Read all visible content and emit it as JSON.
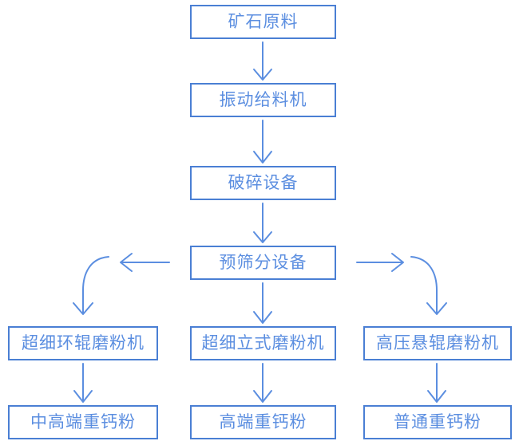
{
  "diagram": {
    "type": "flowchart",
    "title": "",
    "orientation": "top-down",
    "theme": {
      "border_color": "#4a7fd4",
      "text_color": "#5b8ee0",
      "arrow_color": "#5b8ee0",
      "background": "#ffffff"
    },
    "nodes": {
      "raw_ore": "矿石原料",
      "vibrating_feeder": "振动给料机",
      "crushing_equipment": "破碎设备",
      "pre_screening_equipment": "预筛分设备",
      "ultrafine_ring_roller_mill": "超细环辊磨粉机",
      "ultrafine_vertical_mill": "超细立式磨粉机",
      "high_pressure_suspension_roller_mill": "高压悬辊磨粉机",
      "mid_high_end_heavy_calcium_powder": "中高端重钙粉",
      "high_end_heavy_calcium_powder": "高端重钙粉",
      "ordinary_heavy_calcium_powder": "普通重钙粉"
    },
    "edges": [
      {
        "from": "raw_ore",
        "to": "vibrating_feeder",
        "style": "straight-down"
      },
      {
        "from": "vibrating_feeder",
        "to": "crushing_equipment",
        "style": "straight-down"
      },
      {
        "from": "crushing_equipment",
        "to": "pre_screening_equipment",
        "style": "straight-down"
      },
      {
        "from": "pre_screening_equipment",
        "to": "ultrafine_ring_roller_mill",
        "style": "branch-left-elbow"
      },
      {
        "from": "pre_screening_equipment",
        "to": "ultrafine_vertical_mill",
        "style": "straight-down"
      },
      {
        "from": "pre_screening_equipment",
        "to": "high_pressure_suspension_roller_mill",
        "style": "branch-right-elbow"
      },
      {
        "from": "ultrafine_ring_roller_mill",
        "to": "mid_high_end_heavy_calcium_powder",
        "style": "straight-down"
      },
      {
        "from": "ultrafine_vertical_mill",
        "to": "high_end_heavy_calcium_powder",
        "style": "straight-down"
      },
      {
        "from": "high_pressure_suspension_roller_mill",
        "to": "ordinary_heavy_calcium_powder",
        "style": "straight-down"
      }
    ]
  }
}
